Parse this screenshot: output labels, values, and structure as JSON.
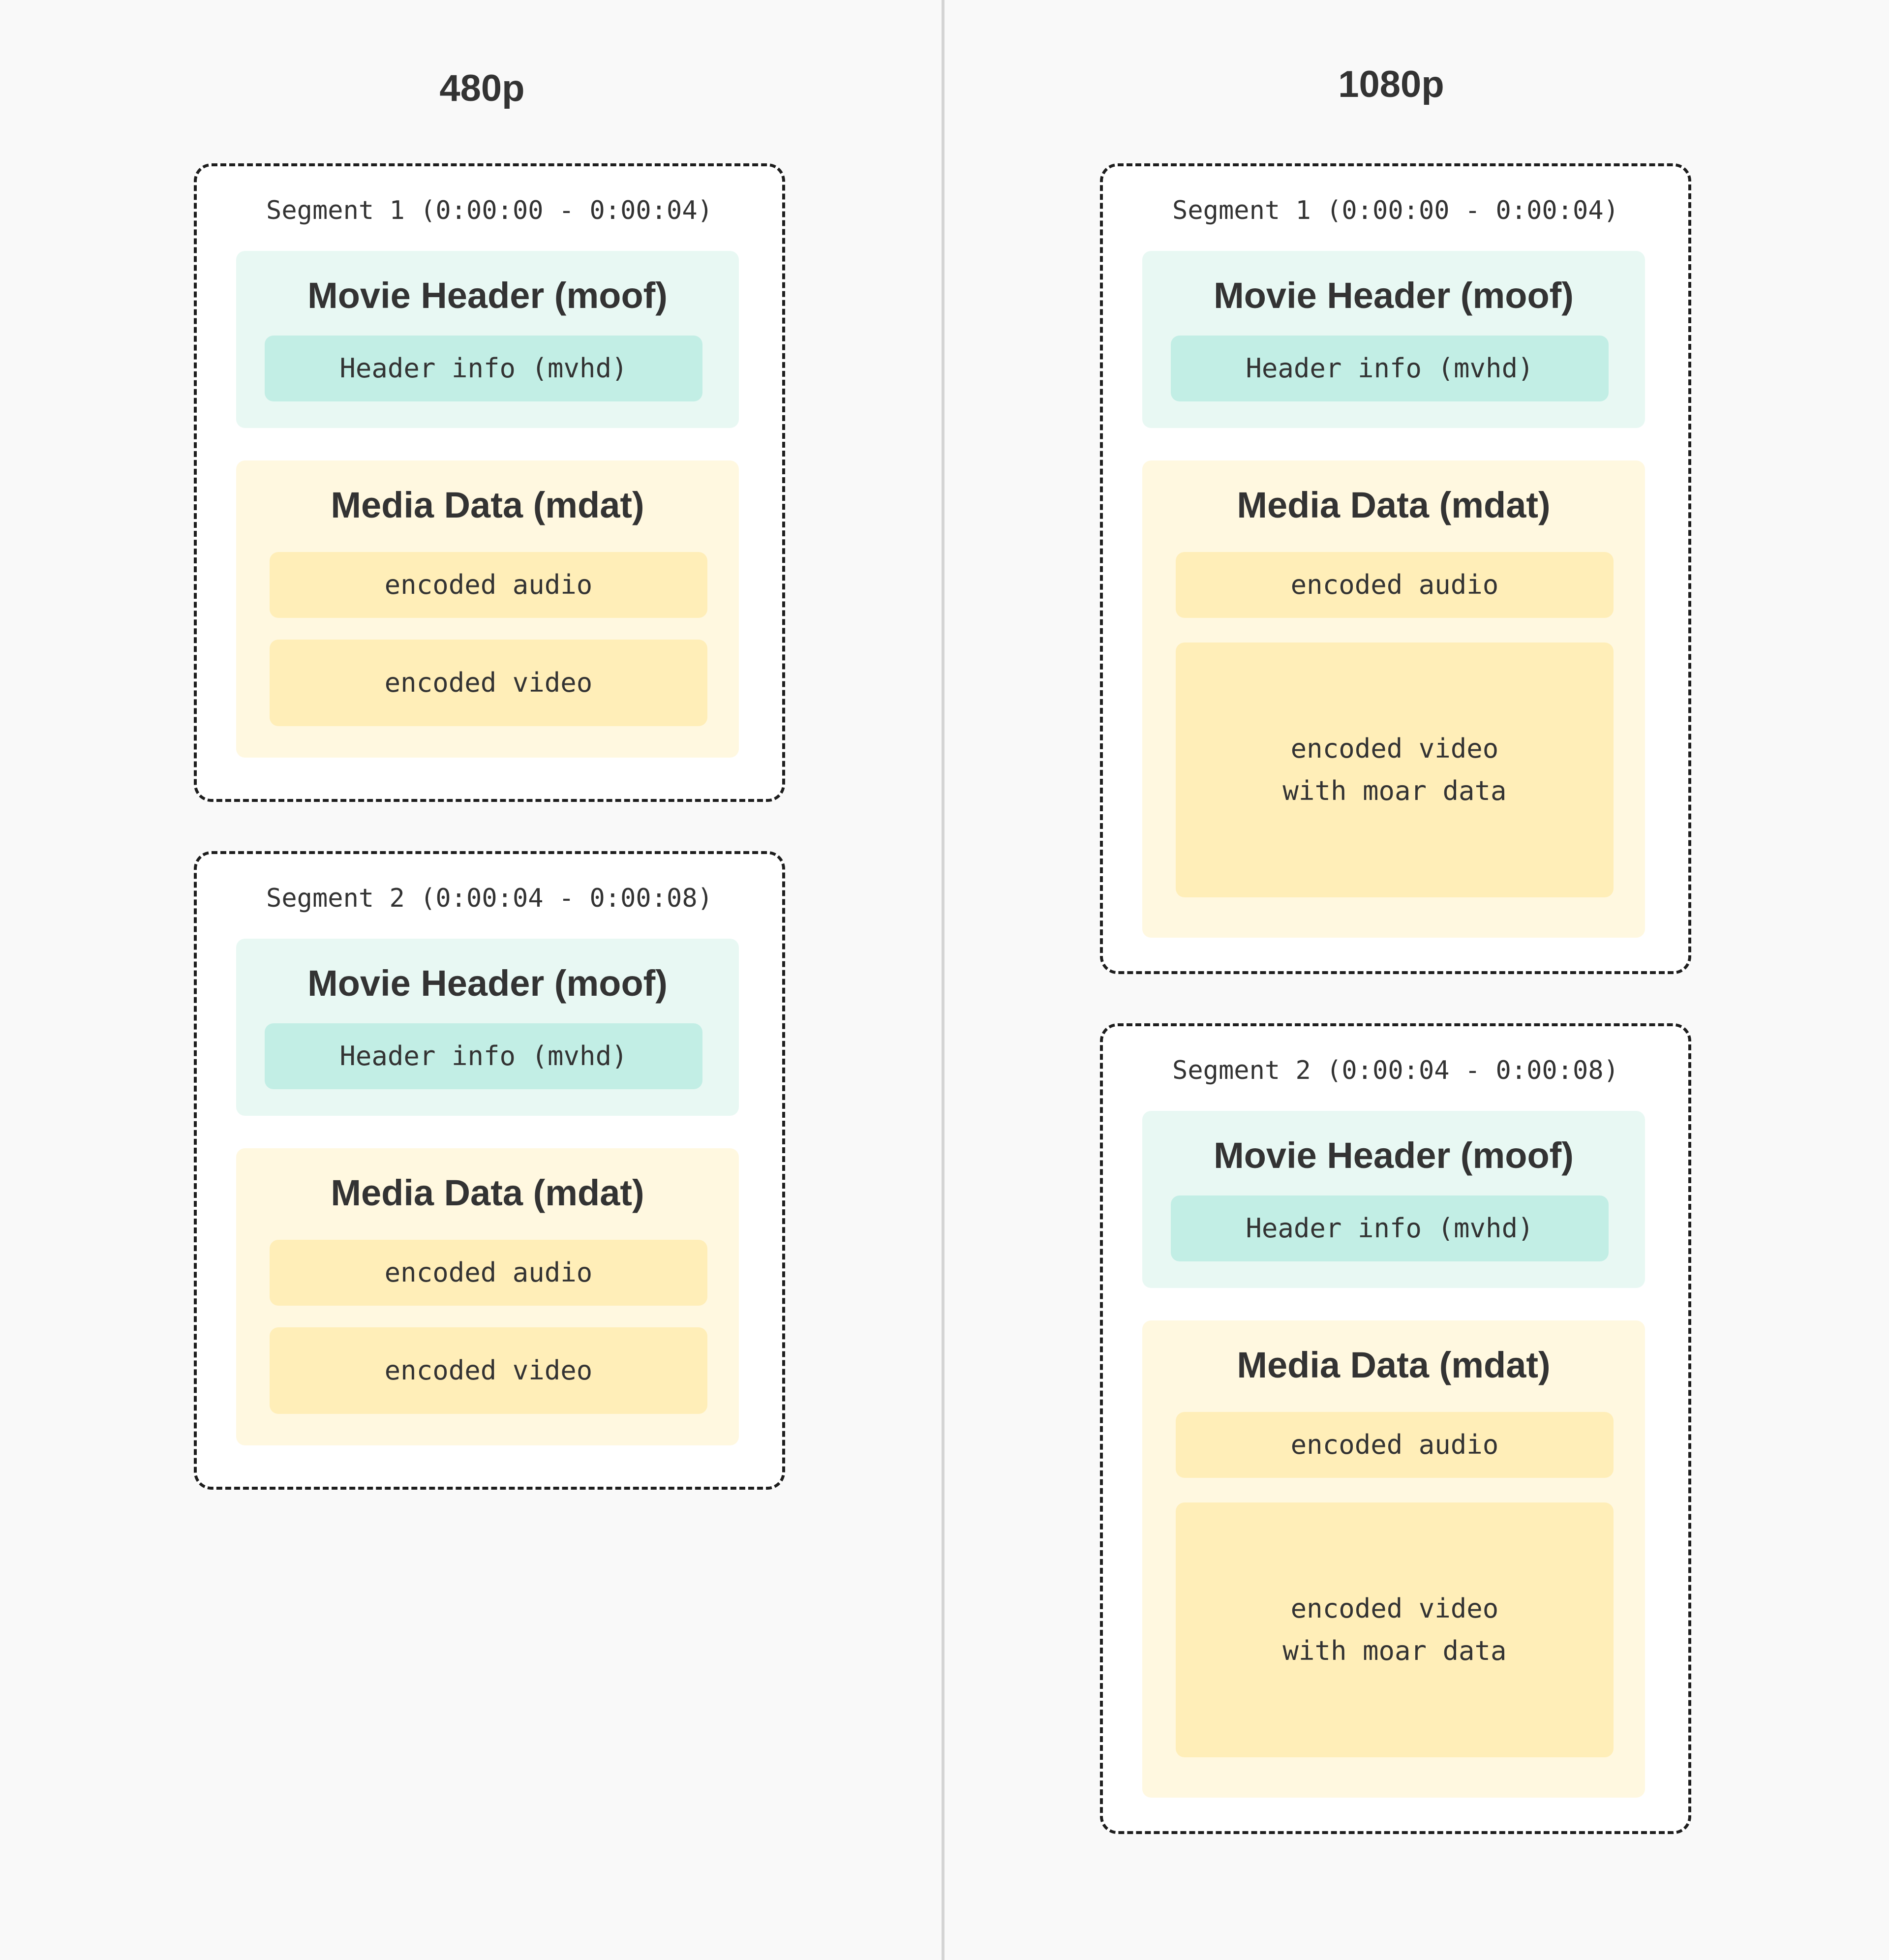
{
  "columns": [
    {
      "title": "480p",
      "segments": [
        {
          "label": "Segment 1 (0:00:00 - 0:00:04)",
          "moof": {
            "title": "Movie Header (moof)",
            "chip": "Header info (mvhd)"
          },
          "mdat": {
            "title": "Media Data (mdat)",
            "audio": "encoded audio",
            "video": "encoded video"
          }
        },
        {
          "label": "Segment 2 (0:00:04 - 0:00:08)",
          "moof": {
            "title": "Movie Header (moof)",
            "chip": "Header info (mvhd)"
          },
          "mdat": {
            "title": "Media Data (mdat)",
            "audio": "encoded audio",
            "video": "encoded video"
          }
        }
      ]
    },
    {
      "title": "1080p",
      "segments": [
        {
          "label": "Segment 1 (0:00:00 - 0:00:04)",
          "moof": {
            "title": "Movie Header (moof)",
            "chip": "Header info (mvhd)"
          },
          "mdat": {
            "title": "Media Data (mdat)",
            "audio": "encoded audio",
            "video": "encoded video\nwith moar data"
          }
        },
        {
          "label": "Segment 2 (0:00:04 - 0:00:08)",
          "moof": {
            "title": "Movie Header (moof)",
            "chip": "Header info (mvhd)"
          },
          "mdat": {
            "title": "Media Data (mdat)",
            "audio": "encoded audio",
            "video": "encoded video\nwith moar data"
          }
        }
      ]
    }
  ],
  "colors": {
    "background": "#f9f9f9",
    "segment_border": "#1e1e1e",
    "moof_box": "#e8f8f3",
    "mvhd_chip": "#c2eee5",
    "mdat_box": "#fff8e0",
    "media_chip": "#ffeeb8",
    "text": "#333333",
    "divider": "#d4d4d4"
  }
}
